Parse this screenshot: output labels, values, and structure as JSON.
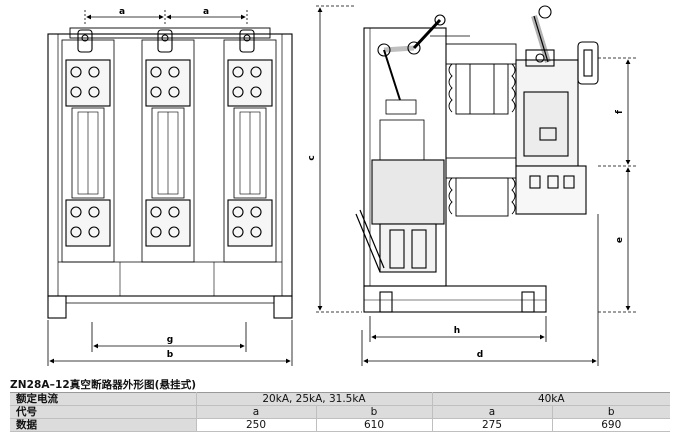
{
  "drawing": {
    "front_view_labels": {
      "a_left": "a",
      "a_right": "a",
      "g": "g",
      "b": "b"
    },
    "side_view_labels": {
      "c": "c",
      "f": "f",
      "e": "e",
      "h": "h",
      "d": "d"
    }
  },
  "caption": "ZN28A–12真空断路器外形图(悬挂式)",
  "table": {
    "rows": [
      {
        "label": "额定电流",
        "cells": [
          "20kA, 25kA, 31.5kA",
          "40kA"
        ]
      },
      {
        "label": "代号",
        "cells": [
          "a",
          "b",
          "a",
          "b"
        ]
      },
      {
        "label": "数据",
        "cells": [
          "250",
          "610",
          "275",
          "690"
        ]
      }
    ]
  }
}
